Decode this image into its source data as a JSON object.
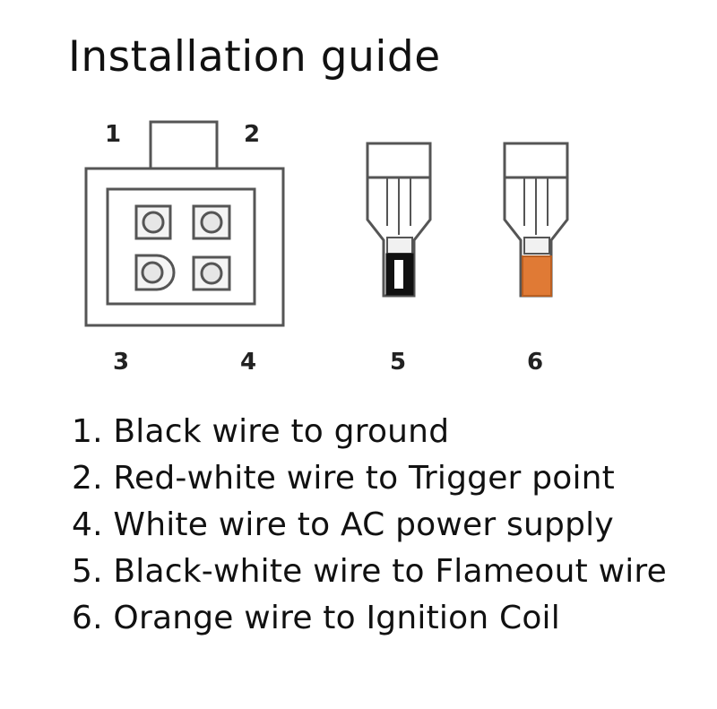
{
  "title": "Installation guide",
  "pin_labels": [
    "1",
    "2",
    "3",
    "4",
    "5",
    "6"
  ],
  "instructions": [
    {
      "number": "1.",
      "text": "Black wire to ground"
    },
    {
      "number": "2.",
      "text": "Red-white wire to Trigger point"
    },
    {
      "number": "4.",
      "text": "White wire to AC power supply"
    },
    {
      "number": "5.",
      "text": "Black-white wire to Flameout wire"
    },
    {
      "number": "6.",
      "text": "Orange wire to Ignition Coil"
    }
  ],
  "colors": {
    "outline": "#555555",
    "terminal_5_insert": "#111111",
    "terminal_6_insert": "#e07a35"
  }
}
